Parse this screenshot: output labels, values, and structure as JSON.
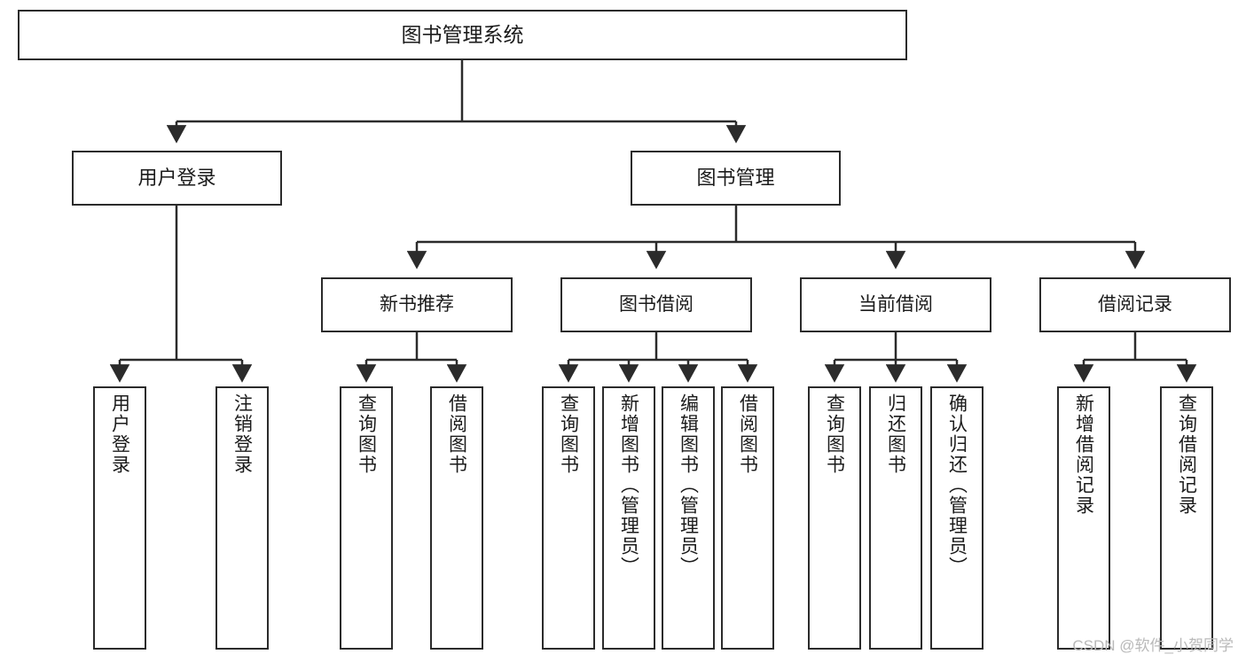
{
  "diagram": {
    "title": "图书管理系统",
    "type": "hierarchy-tree",
    "root": {
      "label": "图书管理系统"
    },
    "level1": [
      {
        "label": "用户登录"
      },
      {
        "label": "图书管理"
      }
    ],
    "level2": [
      {
        "label": "新书推荐"
      },
      {
        "label": "图书借阅"
      },
      {
        "label": "当前借阅"
      },
      {
        "label": "借阅记录"
      }
    ],
    "leaves": {
      "user_login": [
        {
          "label": "用户登录"
        },
        {
          "label": "注销登录"
        }
      ],
      "new_book_recommend": [
        {
          "label": "查询图书"
        },
        {
          "label": "借阅图书"
        }
      ],
      "book_borrow": [
        {
          "label": "查询图书"
        },
        {
          "label": "新增图书（管理员）"
        },
        {
          "label": "编辑图书（管理员）"
        },
        {
          "label": "借阅图书"
        }
      ],
      "current_borrow": [
        {
          "label": "查询图书"
        },
        {
          "label": "归还图书"
        },
        {
          "label": "确认归还（管理员）"
        }
      ],
      "borrow_record": [
        {
          "label": "新增借阅记录"
        },
        {
          "label": "查询借阅记录"
        }
      ]
    }
  },
  "watermark": {
    "text": "CSDN @软件_小贺同学"
  },
  "colors": {
    "border": "#2b2b2b",
    "background": "#ffffff",
    "text": "#1b1b1b",
    "watermark": "#b9b9b9"
  }
}
